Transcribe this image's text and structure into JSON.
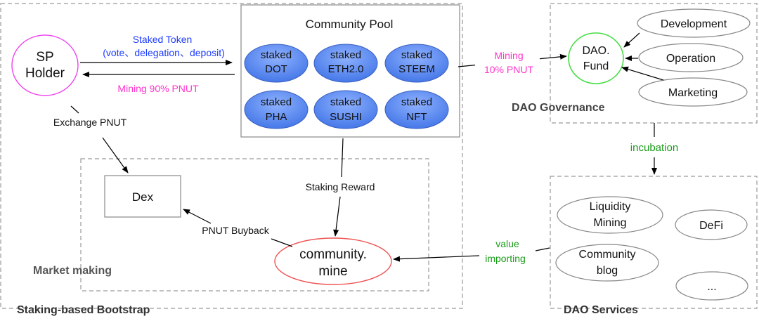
{
  "colors": {
    "blue_text": "#1e3cff",
    "magenta_text": "#ff33cc",
    "green_text": "#1a9c1a",
    "pool_blue": "#4f86f0",
    "holder_border": "#ee44ee",
    "fund_border": "#44dd44",
    "mine_border": "#ee5555"
  },
  "regions": {
    "bootstrap_label": "Staking-based Bootstrap",
    "market_label": "Market making",
    "governance_label": "DAO Governance",
    "services_label": "DAO Services"
  },
  "nodes": {
    "holder_line1": "SP",
    "holder_line2": "Holder",
    "pool_title": "Community Pool",
    "pool_items": [
      {
        "top": "staked",
        "bottom": "DOT"
      },
      {
        "top": "staked",
        "bottom": "ETH2.0"
      },
      {
        "top": "staked",
        "bottom": "STEEM"
      },
      {
        "top": "staked",
        "bottom": "PHA"
      },
      {
        "top": "staked",
        "bottom": "SUSHI"
      },
      {
        "top": "staked",
        "bottom": "NFT"
      }
    ],
    "dex": "Dex",
    "mine_line1": "community.",
    "mine_line2": "mine",
    "fund_line1": "DAO.",
    "fund_line2": "Fund",
    "governance_items": [
      "Development",
      "Operation",
      "Marketing"
    ],
    "service_liquidity_1": "Liquidity",
    "service_liquidity_2": "Mining",
    "service_defi": "DeFi",
    "service_blog_1": "Community",
    "service_blog_2": "blog",
    "service_more": "..."
  },
  "edges": {
    "staked_token_1": "Staked Token",
    "staked_token_2": "(vote、delegation、deposit)",
    "mining_90": "Mining 90% PNUT",
    "exchange": "Exchange PNUT",
    "mining_10_1": "Mining",
    "mining_10_2": "10% PNUT",
    "incubation": "incubation",
    "staking_reward": "Staking Reward",
    "buyback": "PNUT Buyback",
    "value_1": "value",
    "value_2": "importing"
  }
}
